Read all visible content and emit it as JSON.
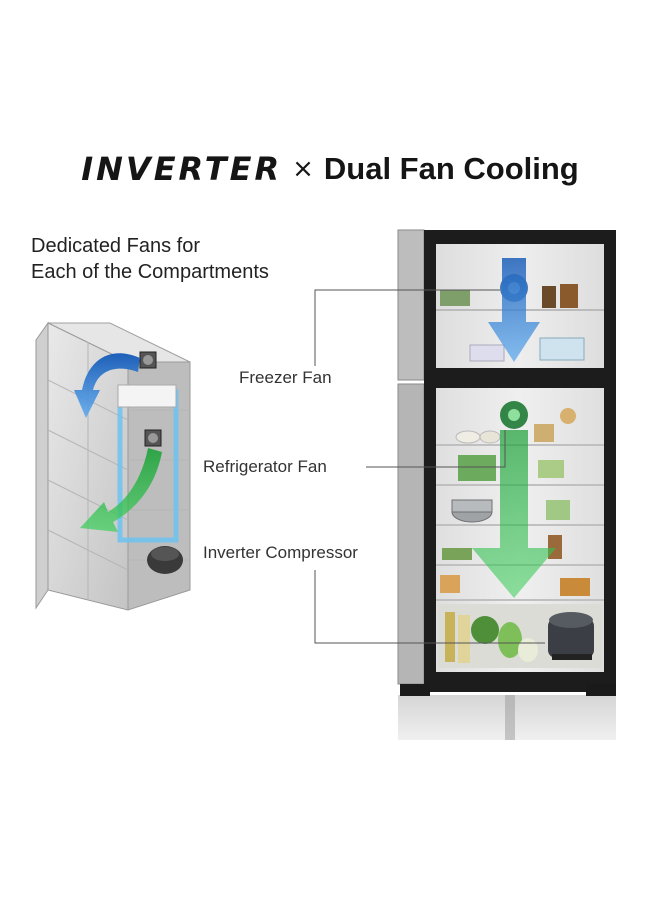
{
  "header": {
    "brand": "INVERTER",
    "separator": "×",
    "title_rest": "Dual Fan Cooling"
  },
  "subtitle": {
    "line1": "Dedicated Fans for",
    "line2": "Each of the Compartments"
  },
  "labels": {
    "freezer_fan": "Freezer Fan",
    "refrigerator_fan": "Refrigerator Fan",
    "inverter_compressor": "Inverter Compressor"
  },
  "colors": {
    "cool_air_blue": "#2f7fd0",
    "cool_air_green": "#2fb24a",
    "fridge_body": "#1c1c1c",
    "leader_line": "#555555"
  }
}
